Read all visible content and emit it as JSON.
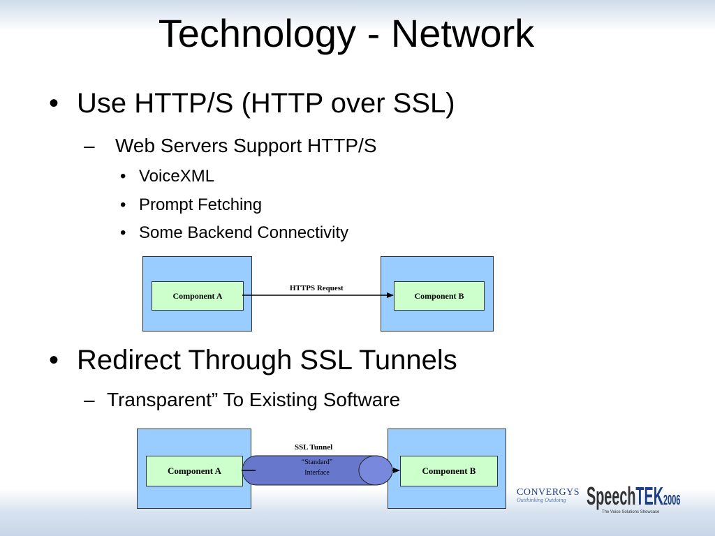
{
  "slide": {
    "title": "Technology - Network",
    "bullets": {
      "b1": "Use HTTP/S (HTTP over SSL)",
      "b1_sub": "Web Servers Support HTTP/S",
      "b1_items": [
        "VoiceXML",
        "Prompt Fetching",
        "Some Backend Connectivity"
      ],
      "b2": "Redirect Through SSL Tunnels",
      "b2_sub": "Transparent” To Existing Software"
    },
    "bullet_char": "•",
    "dash_char": "–"
  },
  "diagram1": {
    "component_a": "Component A",
    "component_b": "Component B",
    "arrow_label": "HTTPS Request"
  },
  "diagram2": {
    "component_a": "Component A",
    "component_b": "Component B",
    "tunnel_label": "SSL Tunnel",
    "interface_line1": "“Standard”",
    "interface_line2": "Interface"
  },
  "logos": {
    "convergys_name": "CONVERGYS",
    "convergys_tagline": "Outthinking Outdoing",
    "speechtek_a": "Speech",
    "speechtek_b": "TEK",
    "speechtek_year": "2006",
    "speechtek_tagline": "The Voice Solutions Showcase"
  },
  "colors": {
    "outer_box": "#99ccff",
    "component_box": "#ccffcc",
    "tunnel": "#6677cc"
  }
}
